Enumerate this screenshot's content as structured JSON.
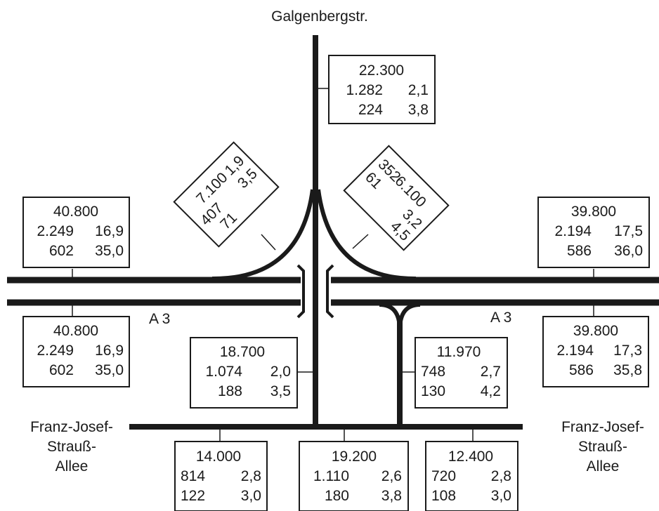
{
  "roads": {
    "north_name": "Galgenbergstr.",
    "motorway_left": "A 3",
    "motorway_right": "A 3",
    "south_left_name": [
      "Franz-Josef-",
      "Strauß-",
      "Allee"
    ],
    "south_right_name": [
      "Franz-Josef-",
      "Strauß-",
      "Allee"
    ]
  },
  "boxes": {
    "north": {
      "total": "22.300",
      "row1": [
        "1.282",
        "2,1"
      ],
      "row2": [
        "224",
        "3,8"
      ]
    },
    "a3_west_top": {
      "total": "40.800",
      "row1": [
        "2.249",
        "16,9"
      ],
      "row2": [
        "602",
        "35,0"
      ]
    },
    "a3_west_bot": {
      "total": "40.800",
      "row1": [
        "2.249",
        "16,9"
      ],
      "row2": [
        "602",
        "35,0"
      ]
    },
    "a3_east_top": {
      "total": "39.800",
      "row1": [
        "2.194",
        "17,5"
      ],
      "row2": [
        "586",
        "36,0"
      ]
    },
    "a3_east_bot": {
      "total": "39.800",
      "row1": [
        "2.194",
        "17,3"
      ],
      "row2": [
        "586",
        "35,8"
      ]
    },
    "ramp_nw": {
      "total": "7.100",
      "row1": [
        "407",
        "1,9"
      ],
      "row2": [
        "71",
        "3,5"
      ]
    },
    "ramp_ne": {
      "total": "6.100",
      "row1": [
        "352",
        "3,2"
      ],
      "row2": [
        "61",
        "4,5"
      ]
    },
    "center": {
      "total": "18.700",
      "row1": [
        "1.074",
        "2,0"
      ],
      "row2": [
        "188",
        "3,5"
      ]
    },
    "east_ramp": {
      "total": "11.970",
      "row1": [
        "748",
        "2,7"
      ],
      "row2": [
        "130",
        "4,2"
      ]
    },
    "south_west": {
      "total": "14.000",
      "row1": [
        "814",
        "2,8"
      ],
      "row2": [
        "122",
        "3,0"
      ]
    },
    "south_mid": {
      "total": "19.200",
      "row1": [
        "1.110",
        "2,6"
      ],
      "row2": [
        "180",
        "3,8"
      ]
    },
    "south_east": {
      "total": "12.400",
      "row1": [
        "720",
        "2,8"
      ],
      "row2": [
        "108",
        "3,0"
      ]
    }
  }
}
